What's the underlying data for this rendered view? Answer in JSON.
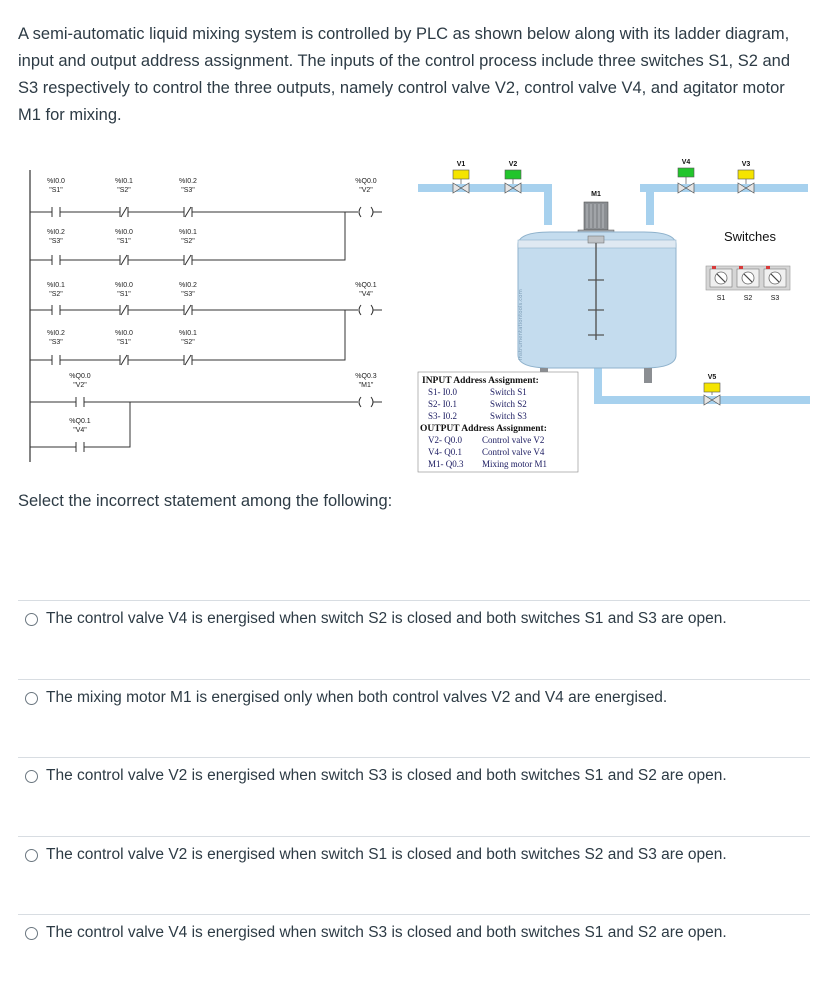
{
  "question": {
    "text": "A semi-automatic liquid mixing system is controlled by PLC as shown below along with its ladder diagram, input and output address assignment. The inputs of the control process include three switches S1, S2 and S3 respectively to control the three outputs, namely control valve V2, control valve V4, and agitator motor M1 for mixing."
  },
  "ladder": {
    "rung1": {
      "c1_addr": "%I0.0",
      "c1_name": "\"S1\"",
      "c2_addr": "%I0.1",
      "c2_name": "\"S2\"",
      "c3_addr": "%I0.2",
      "c3_name": "\"S3\"",
      "coil_addr": "%Q0.0",
      "coil_name": "\"V2\""
    },
    "rung2": {
      "c1_addr": "%I0.2",
      "c1_name": "\"S3\"",
      "c2_addr": "%I0.0",
      "c2_name": "\"S1\"",
      "c3_addr": "%I0.1",
      "c3_name": "\"S2\""
    },
    "rung3": {
      "c1_addr": "%I0.1",
      "c1_name": "\"S2\"",
      "c2_addr": "%I0.0",
      "c2_name": "\"S1\"",
      "c3_addr": "%I0.2",
      "c3_name": "\"S3\"",
      "coil_addr": "%Q0.1",
      "coil_name": "\"V4\""
    },
    "rung4": {
      "c1_addr": "%I0.2",
      "c1_name": "\"S3\"",
      "c2_addr": "%I0.0",
      "c2_name": "\"S1\"",
      "c3_addr": "%I0.1",
      "c3_name": "\"S2\""
    },
    "rung5": {
      "c1_addr": "%Q0.0",
      "c1_name": "\"V2\"",
      "c2_addr": "%Q0.1",
      "c2_name": "\"V4\"",
      "coil_addr": "%Q0.3",
      "coil_name": "\"M1\""
    }
  },
  "process": {
    "valve_v1": "V1",
    "valve_v2": "V2",
    "valve_v4": "V4",
    "valve_v3": "V3",
    "valve_v5": "V5",
    "motor": "M1",
    "switches_title": "Switches",
    "switch_labels": [
      "S1",
      "S2",
      "S3"
    ],
    "watermark": "instrumentationtools.com",
    "colors": {
      "pipe": "#a7d1ee",
      "tank": "#c4dcee",
      "valve_yellow": "#f5e400",
      "valve_green": "#22c52c"
    }
  },
  "assignment": {
    "input_title": "INPUT Address Assignment:",
    "inputs": [
      {
        "addr": "S1- I0.0",
        "desc": "Switch S1"
      },
      {
        "addr": "S2- I0.1",
        "desc": "Switch S2"
      },
      {
        "addr": "S3- I0.2",
        "desc": "Switch S3"
      }
    ],
    "output_title": "OUTPUT Address Assignment:",
    "outputs": [
      {
        "addr": "V2- Q0.0",
        "desc": "Control valve V2"
      },
      {
        "addr": "V4- Q0.1",
        "desc": "Control valve V4"
      },
      {
        "addr": "M1- Q0.3",
        "desc": "Mixing motor M1"
      }
    ]
  },
  "prompt": "Select the incorrect statement among the following:",
  "options": [
    "The control valve V4 is energised when switch S2 is closed and both switches S1 and S3 are open.",
    "The mixing motor M1 is energised only when both control valves V2 and V4 are energised.",
    "The control valve V2 is energised when switch S3 is closed and both switches S1 and S2 are open.",
    "The control valve V2 is energised when switch S1 is closed and both switches S2 and S3 are open.",
    "The control valve V4 is energised when switch S3 is closed and both switches S1 and S2 are open."
  ]
}
